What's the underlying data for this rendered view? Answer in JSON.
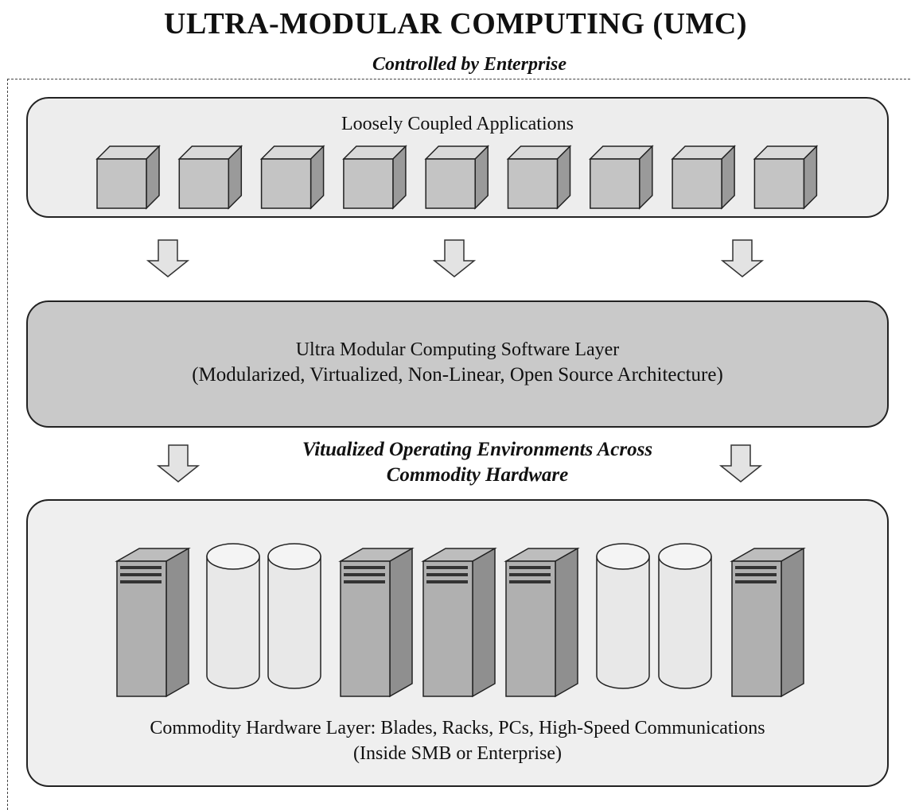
{
  "title": "ULTRA-MODULAR COMPUTING (UMC)",
  "subtitle": "Controlled by Enterprise",
  "apps_layer": {
    "label": "Loosely Coupled Applications",
    "module_count": 9
  },
  "software_layer": {
    "line1": "Ultra Modular Computing Software Layer",
    "line2": "(Modularized, Virtualized, Non-Linear, Open  Source Architecture)"
  },
  "middle_label": {
    "line1": "Vitualized Operating Environments Across",
    "line2": "Commodity Hardware"
  },
  "hardware_layer": {
    "line1": "Commodity Hardware Layer:  Blades, Racks, PCs, High-Speed Communications",
    "line2": "(Inside SMB or Enterprise)",
    "items": [
      "server",
      "storage",
      "storage",
      "server",
      "server",
      "server",
      "storage",
      "storage",
      "server"
    ]
  },
  "colors": {
    "apps_layer_fill": "#ededed",
    "software_layer_fill": "#c9c9c9",
    "hardware_layer_fill": "#efefef",
    "server_front": "#b0b0b0",
    "server_side": "#8f8f8f",
    "storage_fill": "#e8e8e8"
  }
}
